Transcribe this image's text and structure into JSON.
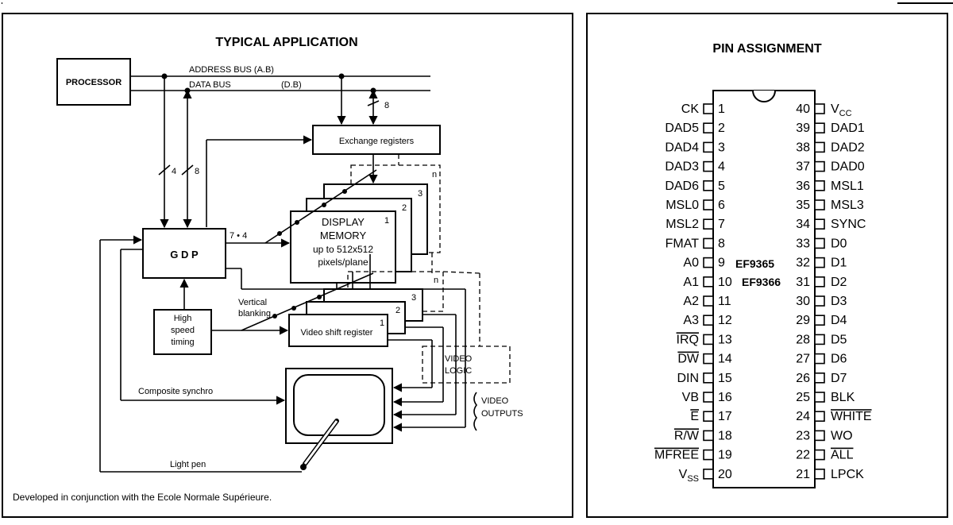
{
  "typical_application": {
    "title": "TYPICAL APPLICATION",
    "labels": {
      "address_bus": "ADDRESS BUS (A.B)",
      "data_bus": "DATA BUS",
      "data_bus_abbr": "(D.B)",
      "processor": "PROCESSOR",
      "exchange_registers": "Exchange registers",
      "gdp": "G D P",
      "display_memory_line1": "DISPLAY",
      "display_memory_line2": "MEMORY",
      "display_memory_line3": "up to 512x512",
      "display_memory_line4": "pixels/plane",
      "vertical": "Vertical",
      "blanking": "blanking",
      "high": "High",
      "speed": "speed",
      "timing": "timing",
      "video_shift_register": "Video shift register",
      "video_logic_line1": "VIDEO",
      "video_logic_line2": "LOGIC",
      "video_outputs_line1": "VIDEO",
      "video_outputs_line2": "OUTPUTS",
      "composite_synchro": "Composite synchro",
      "light_pen": "Light pen",
      "bus_8_top": "8",
      "bus_4": "4",
      "bus_8_left": "8",
      "bus_7_4": "7 • 4",
      "plane_1": "1",
      "plane_2": "2",
      "plane_3": "3",
      "plane_n": "n",
      "shift_1": "1",
      "shift_2": "2",
      "shift_3": "3",
      "shift_n": "n"
    },
    "footnote": "Developed in conjunction with the Ecole Normale Supérieure."
  },
  "pin_assignment": {
    "title": "PIN ASSIGNMENT",
    "chip_names": [
      "EF9365",
      "EF9366"
    ],
    "left_pins": [
      {
        "num": "1",
        "name": "CK"
      },
      {
        "num": "2",
        "name": "DAD5"
      },
      {
        "num": "3",
        "name": "DAD4"
      },
      {
        "num": "4",
        "name": "DAD3"
      },
      {
        "num": "5",
        "name": "DAD6"
      },
      {
        "num": "6",
        "name": "MSL0"
      },
      {
        "num": "7",
        "name": "MSL2"
      },
      {
        "num": "8",
        "name": "FMAT"
      },
      {
        "num": "9",
        "name": "A0"
      },
      {
        "num": "10",
        "name": "A1"
      },
      {
        "num": "11",
        "name": "A2"
      },
      {
        "num": "12",
        "name": "A3"
      },
      {
        "num": "13",
        "name": "IRQ",
        "overline": true
      },
      {
        "num": "14",
        "name": "DW",
        "overline": true
      },
      {
        "num": "15",
        "name": "DIN"
      },
      {
        "num": "16",
        "name": "VB"
      },
      {
        "num": "17",
        "name": "E",
        "overline": true
      },
      {
        "num": "18",
        "name": "R/W",
        "overline": true
      },
      {
        "num": "19",
        "name": "MFREE",
        "overline": true
      },
      {
        "num": "20",
        "name": "VSS",
        "subscript": "SS",
        "base": "V"
      }
    ],
    "right_pins": [
      {
        "num": "40",
        "name": "VCC",
        "subscript": "CC",
        "base": "V"
      },
      {
        "num": "39",
        "name": "DAD1"
      },
      {
        "num": "38",
        "name": "DAD2"
      },
      {
        "num": "37",
        "name": "DAD0"
      },
      {
        "num": "36",
        "name": "MSL1"
      },
      {
        "num": "35",
        "name": "MSL3"
      },
      {
        "num": "34",
        "name": "SYNC"
      },
      {
        "num": "33",
        "name": "D0"
      },
      {
        "num": "32",
        "name": "D1"
      },
      {
        "num": "31",
        "name": "D2"
      },
      {
        "num": "30",
        "name": "D3"
      },
      {
        "num": "29",
        "name": "D4"
      },
      {
        "num": "28",
        "name": "D5"
      },
      {
        "num": "27",
        "name": "D6"
      },
      {
        "num": "26",
        "name": "D7"
      },
      {
        "num": "25",
        "name": "BLK"
      },
      {
        "num": "24",
        "name": "WHITE",
        "overline": true
      },
      {
        "num": "23",
        "name": "WO"
      },
      {
        "num": "22",
        "name": "ALL",
        "overline": true
      },
      {
        "num": "21",
        "name": "LPCK"
      }
    ]
  }
}
